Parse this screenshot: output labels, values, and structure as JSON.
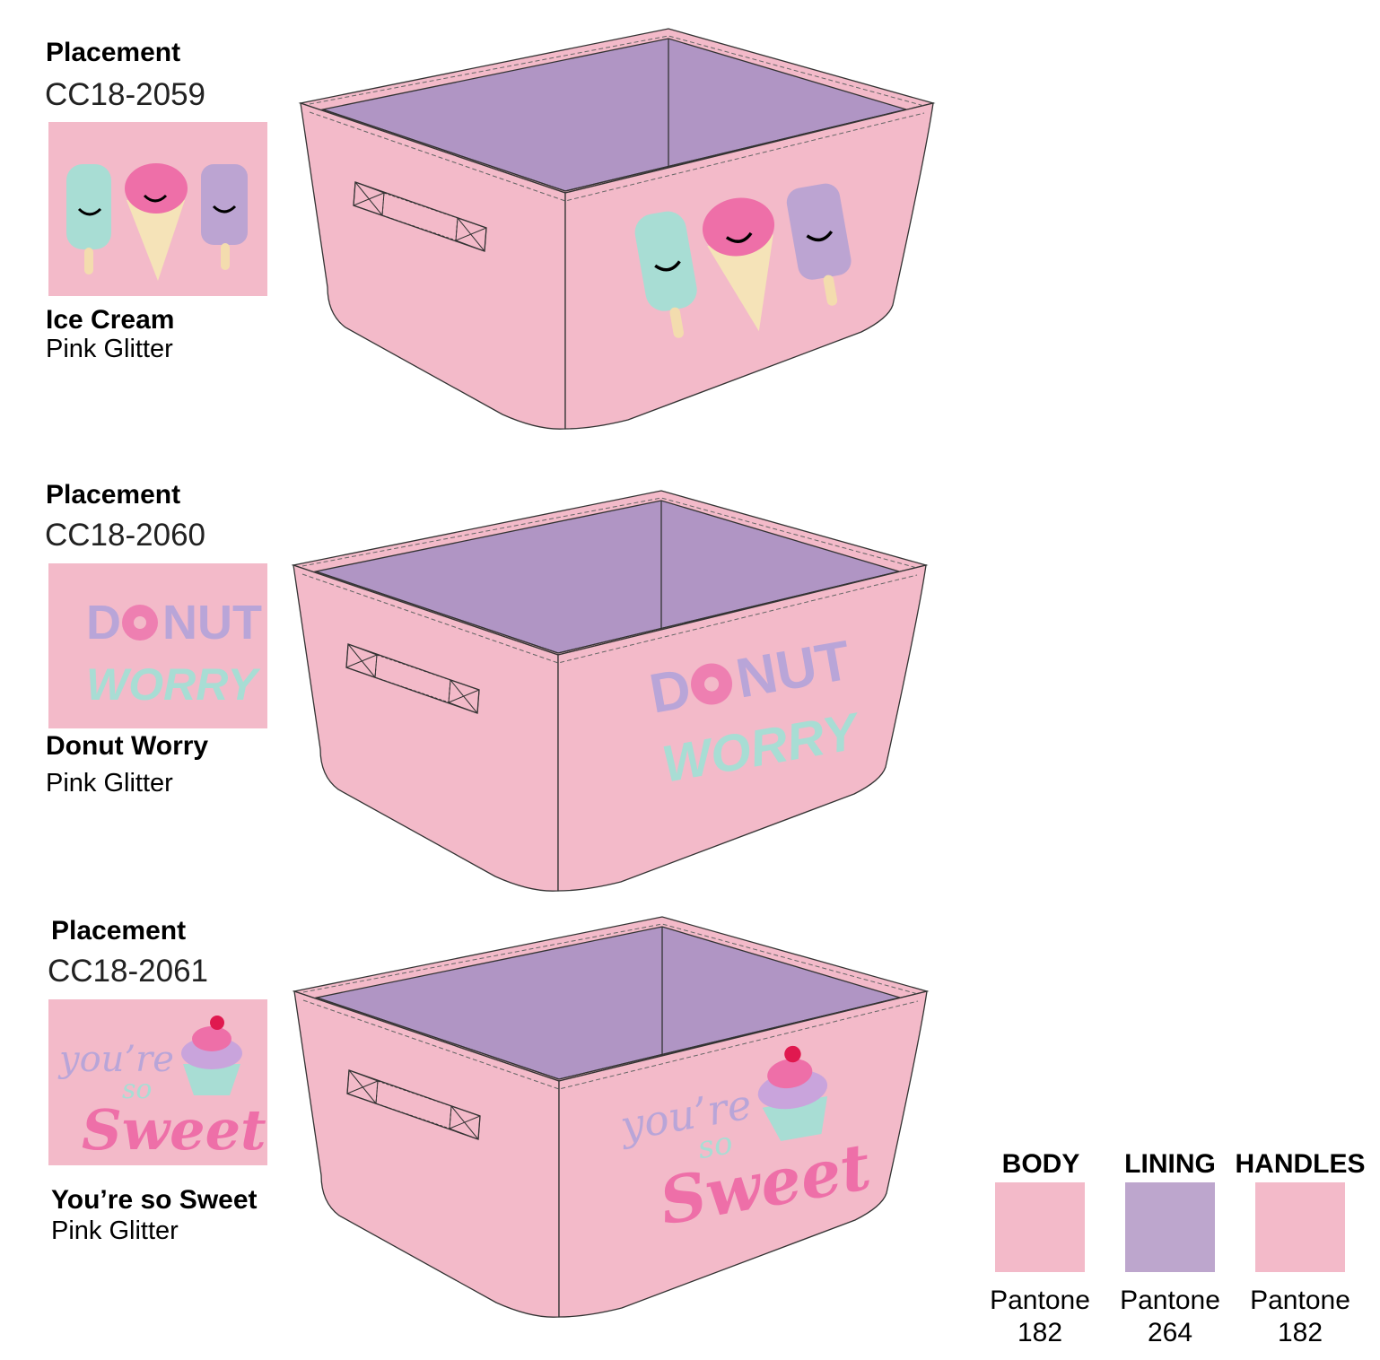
{
  "colors": {
    "body": "#f3bac9",
    "lining": "#b095c4",
    "lining_swatch": "#bda6cd",
    "handles": "#f3bac9",
    "mint": "#a8ddd4",
    "hotpink": "#ee6fa8"
  },
  "placements": [
    {
      "heading": "Placement",
      "code": "CC18-2059",
      "name": "Ice Cream",
      "finish": "Pink Glitter",
      "art": "ice-cream",
      "art_text": []
    },
    {
      "heading": "Placement",
      "code": "CC18-2060",
      "name": "Donut Worry",
      "finish": "Pink Glitter",
      "art": "donut",
      "art_text": [
        "D",
        "NUT",
        "WORRY"
      ]
    },
    {
      "heading": "Placement",
      "code": "CC18-2061",
      "name": "You’re so Sweet",
      "finish": "Pink Glitter",
      "art": "cupcake",
      "art_text": [
        "you’re",
        "so",
        "Sweet"
      ]
    }
  ],
  "swatches": [
    {
      "label": "BODY",
      "pantone": "Pantone",
      "number": "182",
      "color": "#f3bac9"
    },
    {
      "label": "LINING",
      "pantone": "Pantone",
      "number": "264",
      "color": "#bda6cd"
    },
    {
      "label": "HANDLES",
      "pantone": "Pantone",
      "number": "182",
      "color": "#f3bac9"
    }
  ]
}
